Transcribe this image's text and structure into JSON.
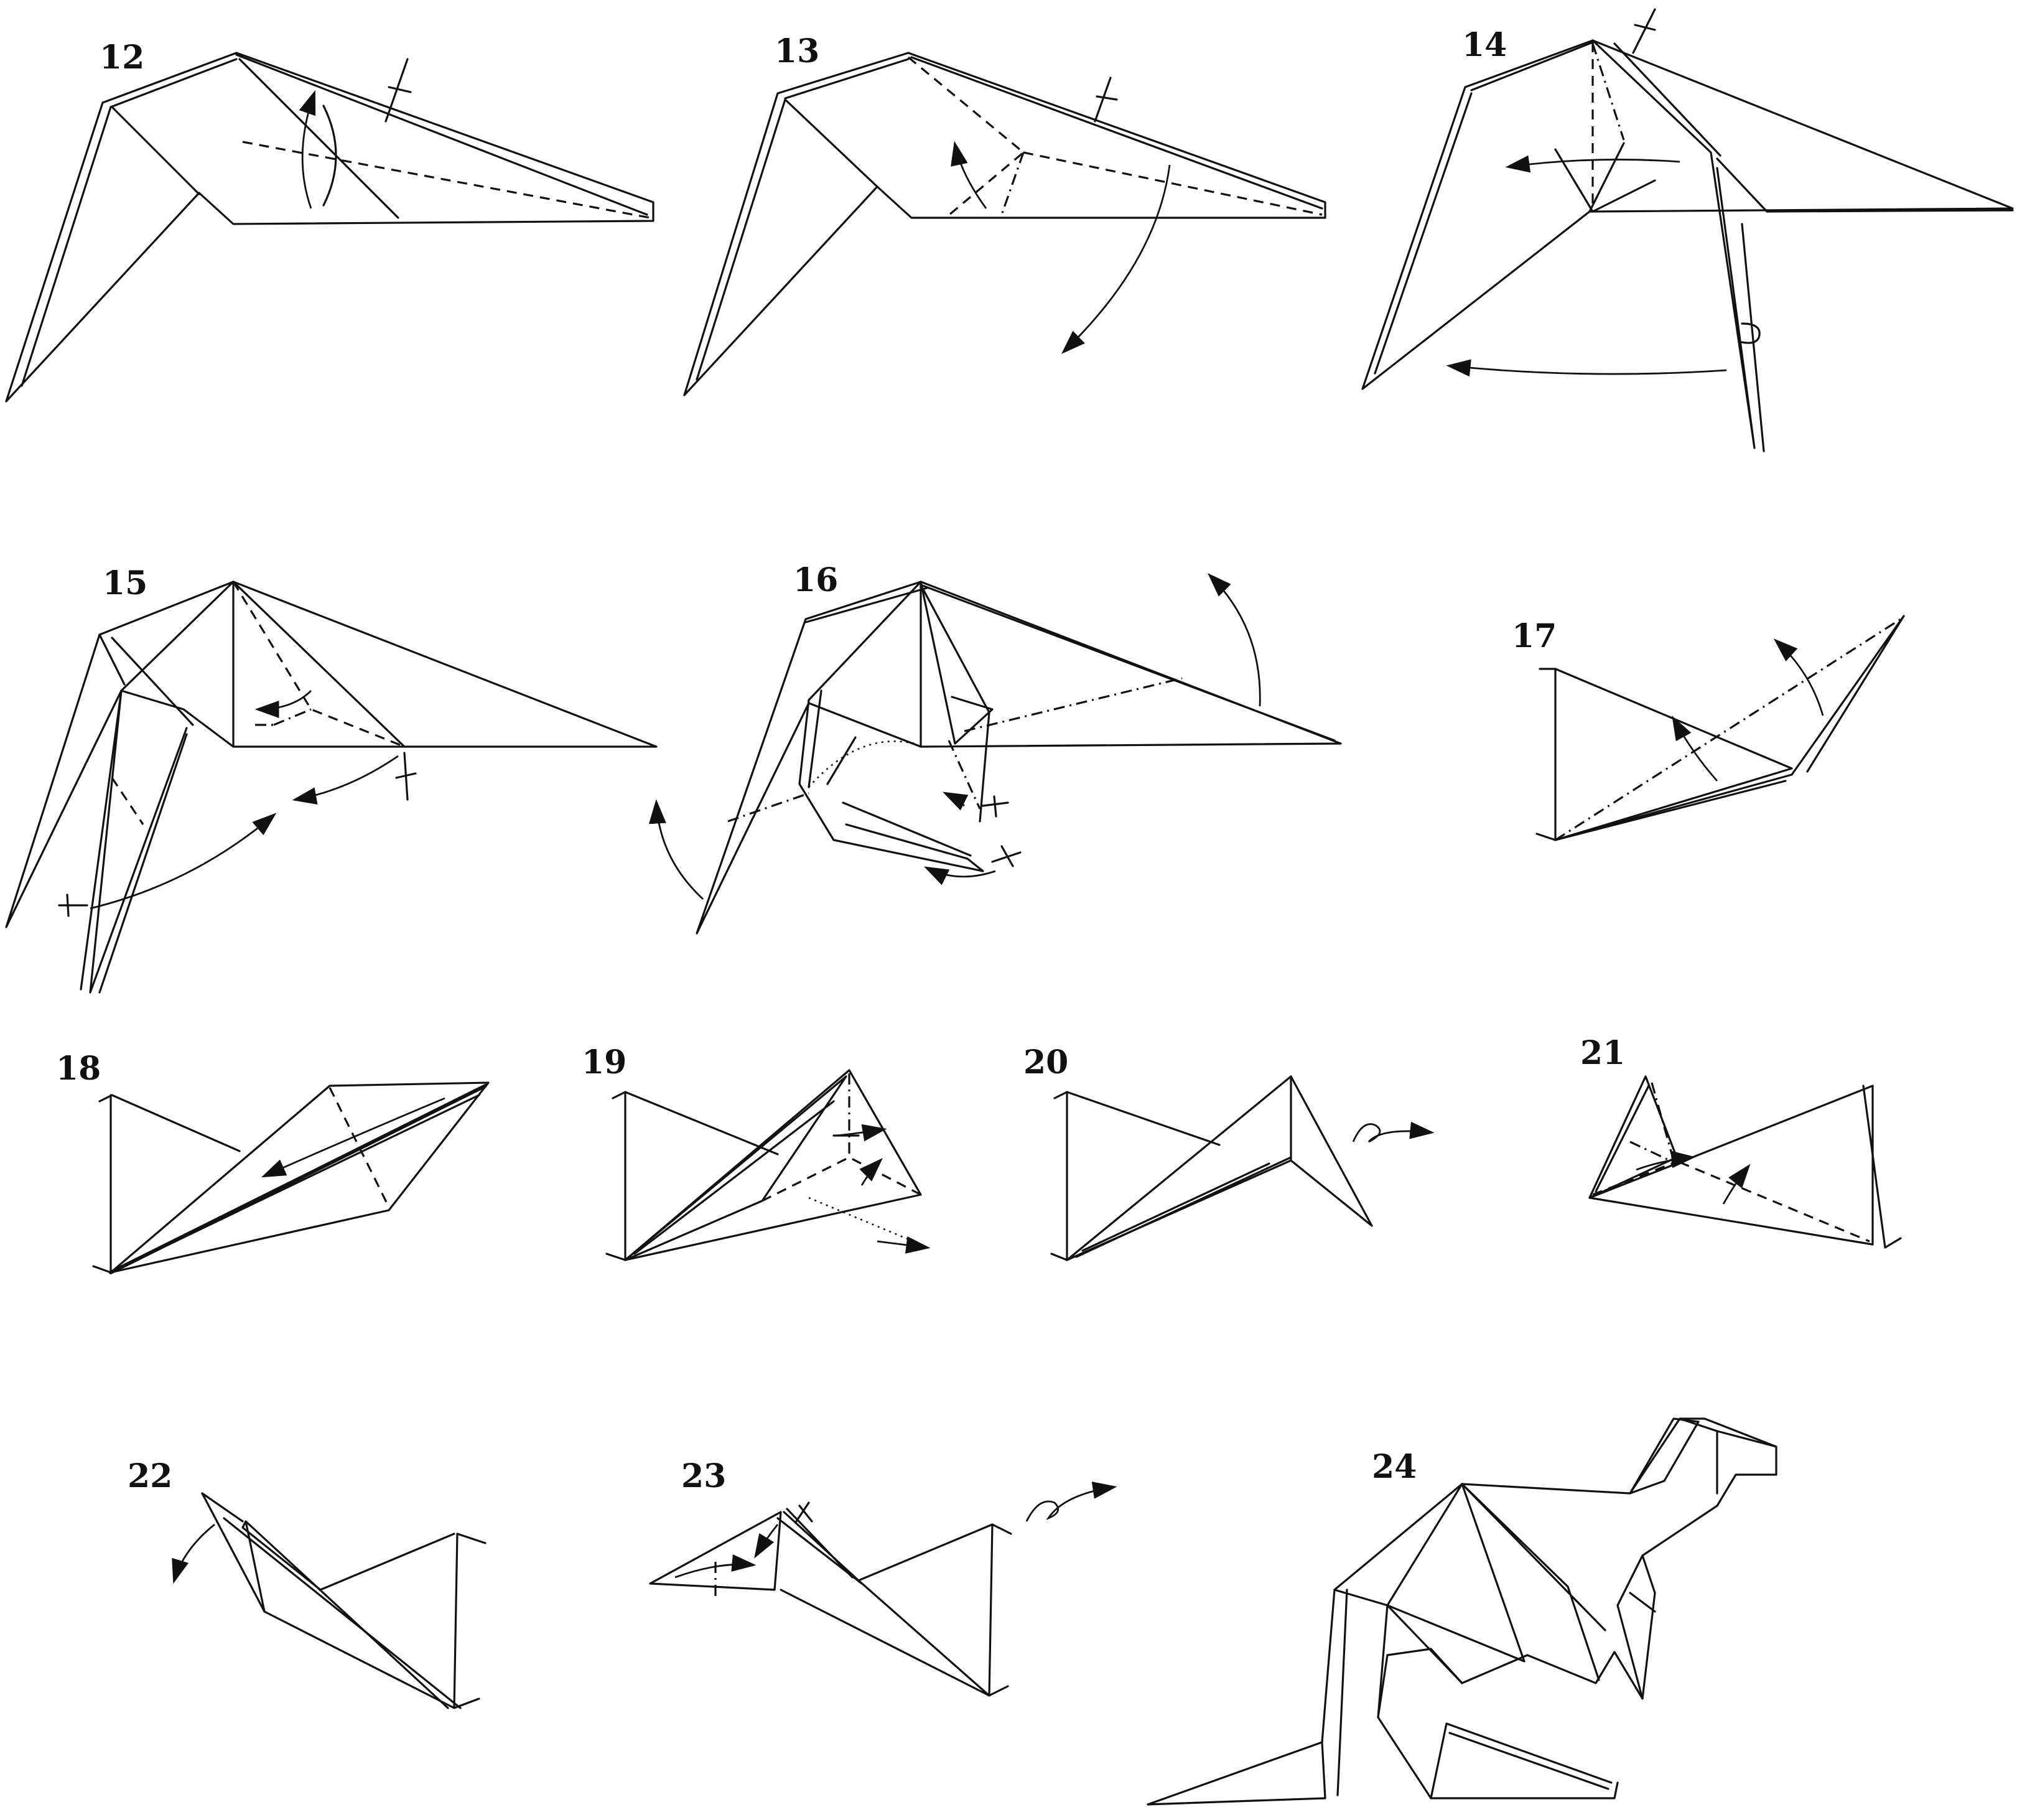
{
  "steps": [
    {
      "id": "12",
      "label": "12"
    },
    {
      "id": "13",
      "label": "13"
    },
    {
      "id": "14",
      "label": "14"
    },
    {
      "id": "15",
      "label": "15"
    },
    {
      "id": "16",
      "label": "16"
    },
    {
      "id": "17",
      "label": "17"
    },
    {
      "id": "18",
      "label": "18"
    },
    {
      "id": "19",
      "label": "19"
    },
    {
      "id": "20",
      "label": "20"
    },
    {
      "id": "21",
      "label": "21"
    },
    {
      "id": "22",
      "label": "22"
    },
    {
      "id": "23",
      "label": "23"
    },
    {
      "id": "24",
      "label": "24"
    }
  ],
  "colors": {
    "ink": "#111111",
    "paper": "#ffffff"
  }
}
